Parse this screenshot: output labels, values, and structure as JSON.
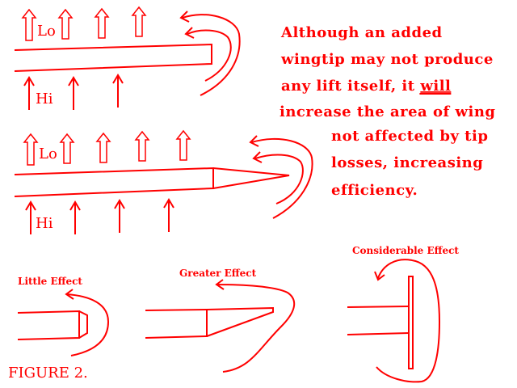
{
  "colors": {
    "ink": "#ff0000",
    "background": "#ffffff"
  },
  "diagram1": {
    "low_label": "Lo",
    "high_label": "Hi"
  },
  "diagram2": {
    "low_label": "Lo",
    "high_label": "Hi"
  },
  "caption": {
    "line1": "Although an added",
    "line2": "wingtip may not produce",
    "line3_pre": "any lift itself, it ",
    "line3_emph": "will",
    "line4": "increase the area of wing",
    "line5": "not affected by tip",
    "line6": "losses, increasing",
    "line7": "efficiency."
  },
  "effects": {
    "little": "Little Effect",
    "greater": "Greater Effect",
    "considerable": "Considerable Effect"
  },
  "figure_label": "FIGURE 2."
}
